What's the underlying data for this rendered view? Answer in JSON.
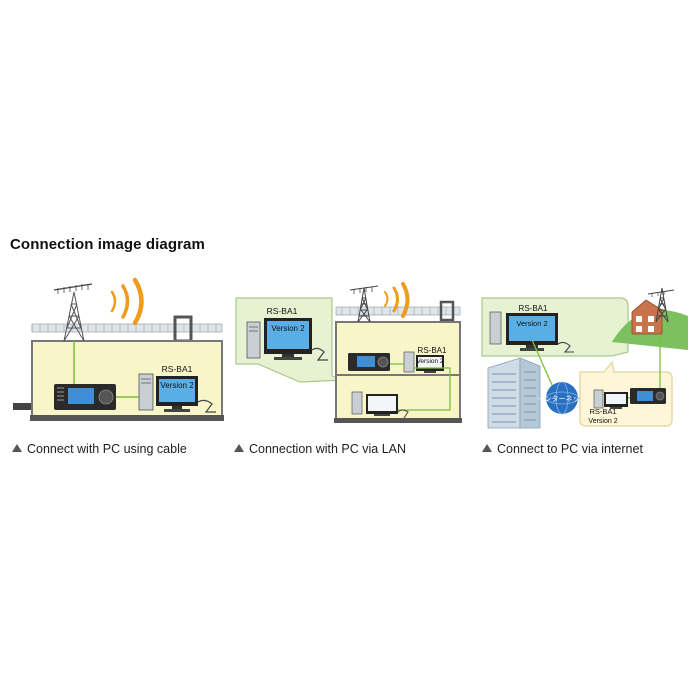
{
  "heading": "Connection image diagram",
  "software_label": "RS-BA1",
  "version_label": "Version 2",
  "internet_label": "インターネット",
  "captions": [
    "Connect with PC using cable",
    "Connection with PC via LAN",
    "Connect to PC via internet"
  ],
  "colors": {
    "building_fill": "#f8f5c8",
    "bubble_fill": "#e6f2d2",
    "screen_fill": "#5aaee6",
    "wave_orange": "#f09a1e",
    "cable_green": "#7cbf3c",
    "internet_blue": "#2a6fc0"
  }
}
